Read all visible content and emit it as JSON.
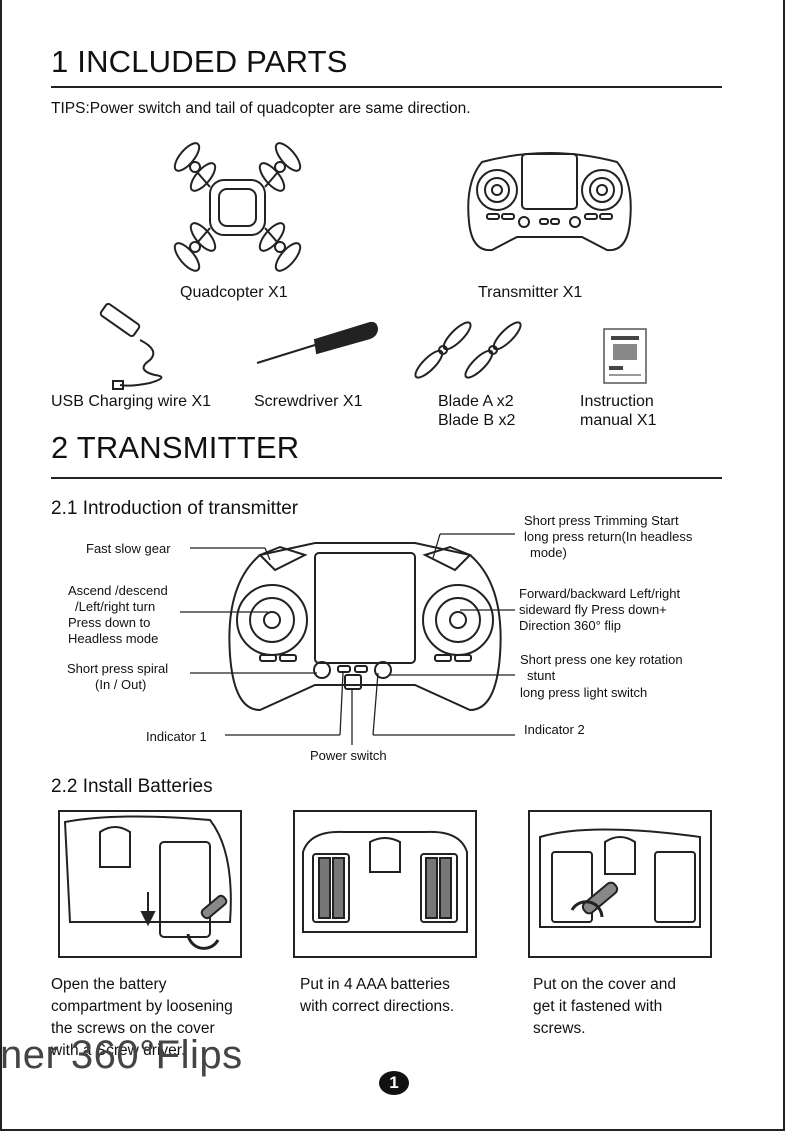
{
  "section1": {
    "title": "1 INCLUDED PARTS",
    "tips": "TIPS:Power switch and tail of quadcopter are same direction.",
    "parts": {
      "quadcopter": "Quadcopter X1",
      "transmitter": "Transmitter X1",
      "usb": "USB Charging wire X1",
      "screwdriver": "Screwdriver X1",
      "blade_a": "Blade A x2",
      "blade_b": "Blade B x2",
      "manual_line1": "Instruction",
      "manual_line2": "manual  X1"
    }
  },
  "section2": {
    "title": "2 TRANSMITTER",
    "intro_title": "2.1 Introduction of transmitter",
    "callouts": {
      "fast_slow_gear": "Fast slow gear",
      "ascend_1": "Ascend /descend",
      "ascend_2": "/Left/right turn",
      "ascend_3": "Press down to",
      "ascend_4": "Headless mode",
      "spiral_1": "Short press spiral",
      "spiral_2": "(In / Out)",
      "indicator1": "Indicator 1",
      "power_switch": "Power switch",
      "indicator2": "Indicator 2",
      "trim_1": "Short press Trimming Start",
      "trim_2": "long press return(In headless",
      "trim_3": "mode)",
      "fwd_1": "Forward/backward Left/right",
      "fwd_2": "sideward fly Press down+",
      "fwd_3": "Direction 360° flip",
      "rot_1": "Short press one key rotation",
      "rot_2": "stunt",
      "rot_3": "long press light switch"
    },
    "battery_title": "2.2 Install Batteries",
    "steps": [
      {
        "l1": "Open the battery",
        "l2": "compartment by loosening",
        "l3": "the screws on the cover",
        "l4": "with a Screw driver."
      },
      {
        "l1": "Put in 4 AAA batteries",
        "l2": "with correct directions."
      },
      {
        "l1": "Put on the cover and",
        "l2": "get it fastened with",
        "l3": "screws."
      }
    ]
  },
  "watermark": "ner  360°Flips",
  "page_number": "1"
}
